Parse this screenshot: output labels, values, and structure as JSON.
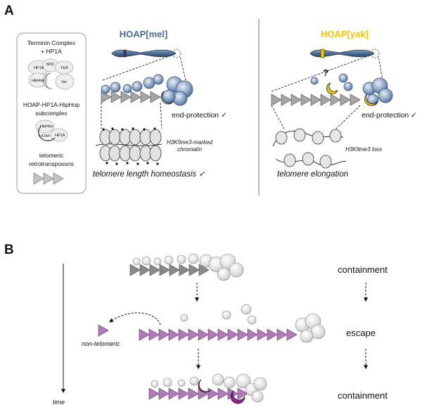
{
  "panels": {
    "a": {
      "letter": "A",
      "legend": {
        "complex_title_line1": "Terminin Complex",
        "complex_title_line2": "+ HP1A",
        "complex_parts": [
          "HP1A",
          "MOI",
          "TEA",
          "HipHop",
          "HOAP",
          "Ver"
        ],
        "subcomplex_line1": "HOAP-HP1A-HipHop",
        "subcomplex_line2": "subcomplex",
        "subcomplex_parts": [
          "HipHop",
          "HOAP",
          "HP1A"
        ],
        "retro_line1": "telomeric",
        "retro_line2": "retrotransposons"
      },
      "left": {
        "title": "HOAP[mel]",
        "end_protection": "end-protection ✓",
        "chromatin_line1": "H3K9me3-marked",
        "chromatin_line2": "chromatin",
        "homeostasis": "telomere length homeostasis ✓"
      },
      "right": {
        "title": "HOAP[yak]",
        "question": "?",
        "end_protection": "end-protection ✓",
        "loss": "H3K9me3 loss",
        "elongation": "telomere elongation"
      }
    },
    "b": {
      "letter": "B",
      "states": [
        "containment",
        "escape",
        "containment"
      ],
      "non_telomeric": "non-telomeric",
      "time": "time"
    }
  },
  "colors": {
    "mel_blue": "#4a6c98",
    "yak_yellow": "#f0c400",
    "retro_purple": "#b07ab8",
    "hoap_purple": "#8a2a84",
    "grey_triangle": "#a8a8a8"
  }
}
